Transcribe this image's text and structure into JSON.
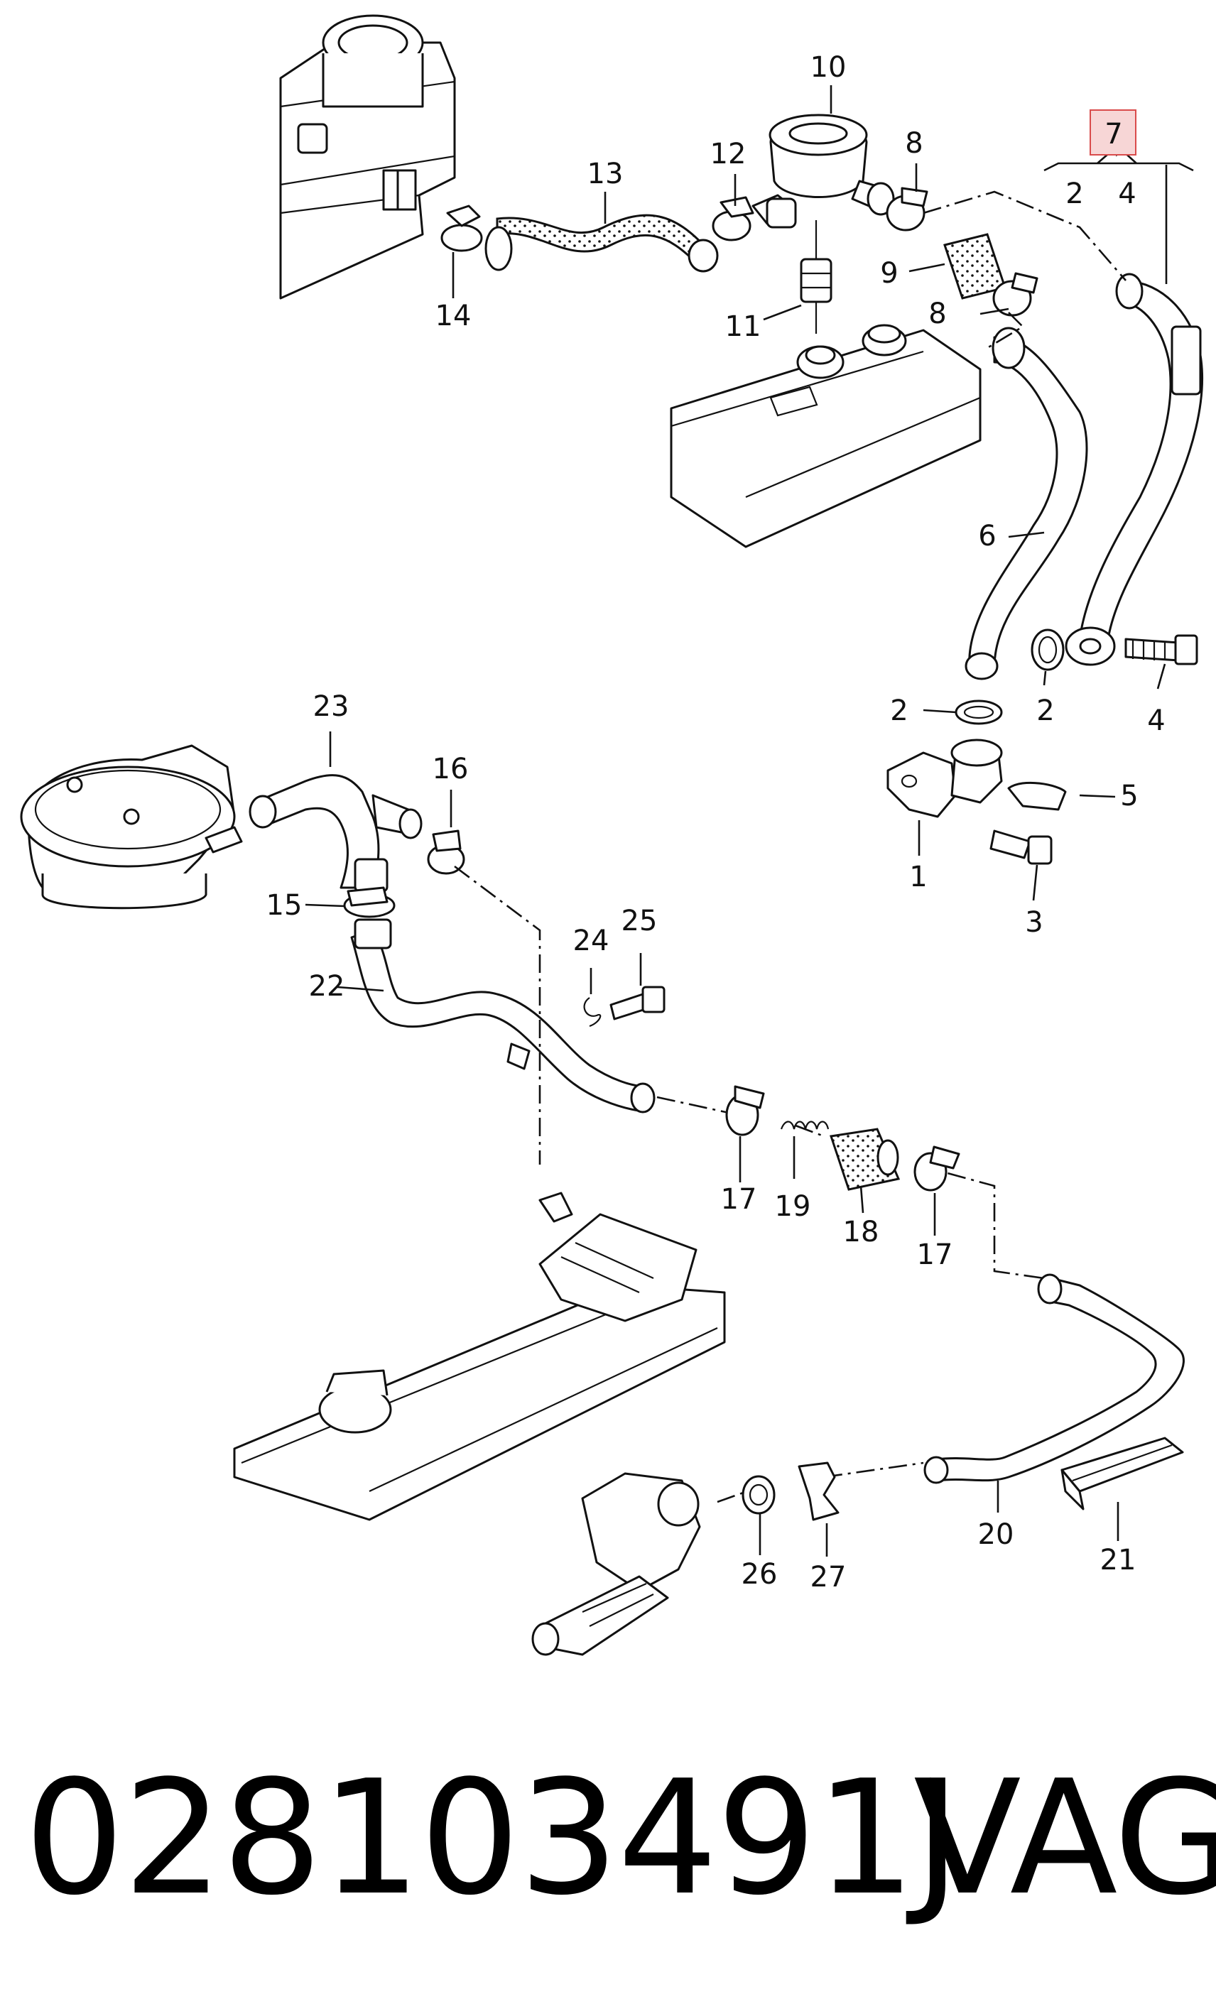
{
  "callouts": {
    "c1": "1",
    "c2a": "2",
    "c2b": "2",
    "c3": "3",
    "c4": "4",
    "c5": "5",
    "c6": "6",
    "c7": "7",
    "c7_sub2": "2",
    "c7_sub4": "4",
    "c8a": "8",
    "c8b": "8",
    "c9": "9",
    "c10": "10",
    "c11": "11",
    "c12": "12",
    "c13": "13",
    "c14": "14",
    "c15": "15",
    "c16": "16",
    "c17a": "17",
    "c17b": "17",
    "c18": "18",
    "c19": "19",
    "c20": "20",
    "c21": "21",
    "c22": "22",
    "c23": "23",
    "c24": "24",
    "c25": "25",
    "c26": "26",
    "c27": "27"
  },
  "footer": {
    "part_number": "028103491J",
    "brand": "VAG"
  },
  "colors": {
    "line": "#111111",
    "highlight_fill": "#f7d6d6",
    "highlight_border": "#d94b4b"
  }
}
